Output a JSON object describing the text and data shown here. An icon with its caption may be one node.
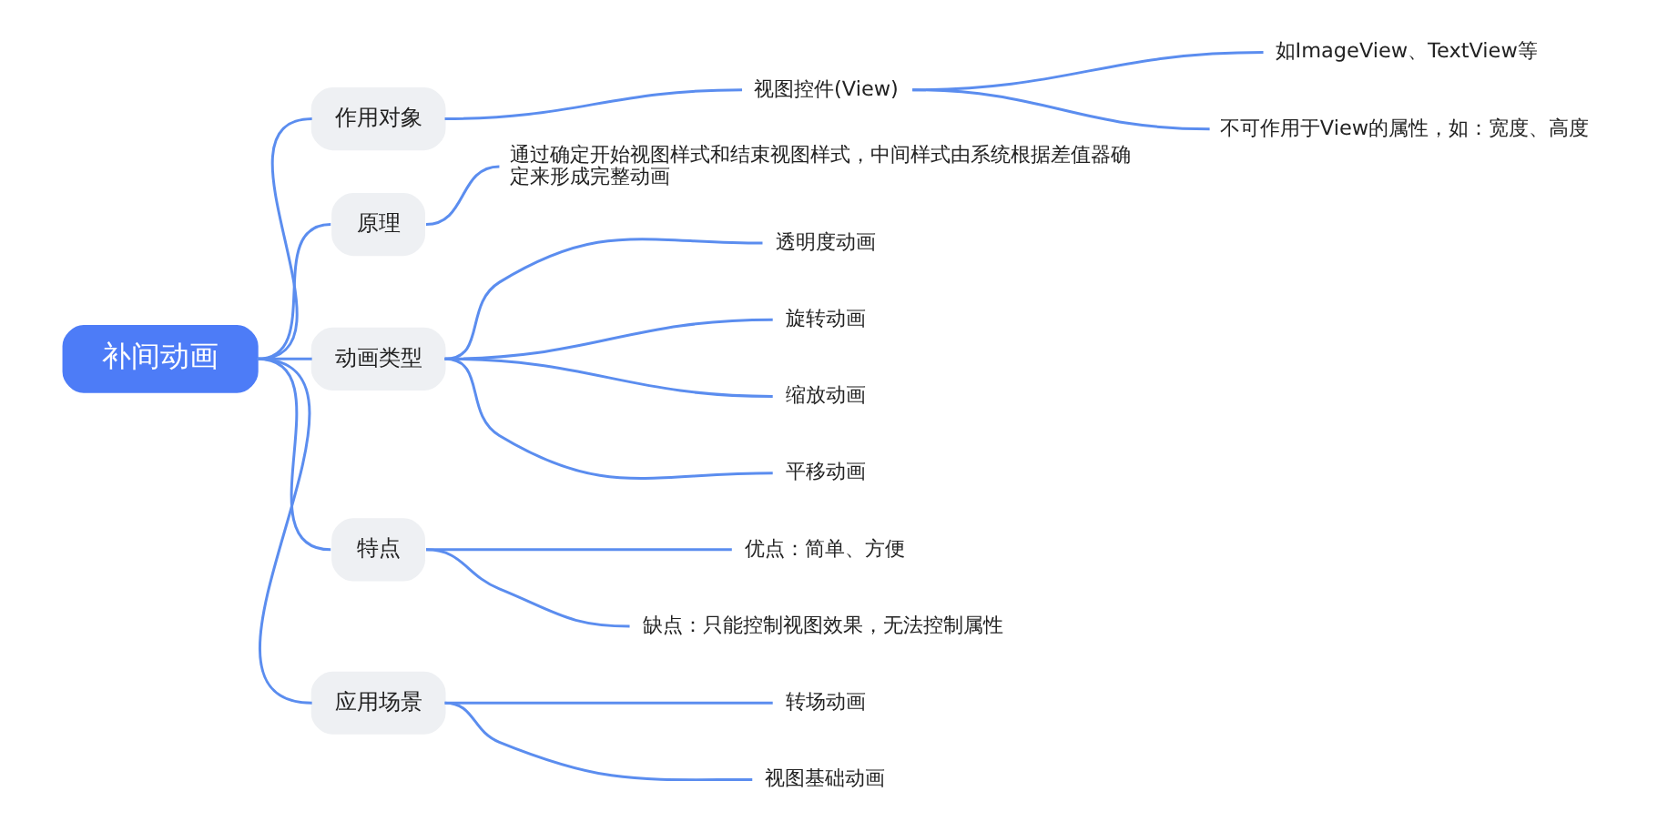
{
  "diagram": {
    "nodes": [
      {
        "text": [
          "补间动画"
        ]
      },
      {
        "text": [
          "作用对象"
        ]
      },
      {
        "text": [
          "视图控件(View)"
        ]
      },
      {
        "text": [
          "如ImageView、TextView等"
        ]
      },
      {
        "text": [
          "不可作用于View的属性，如：宽度、高度"
        ]
      },
      {
        "text": [
          "原理"
        ]
      },
      {
        "text": [
          "通过确定开始视图样式和结束视图样式，中间样式由系统根据差值器确定来形成完整动画"
        ]
      },
      {
        "text": [
          "动画类型"
        ]
      },
      {
        "text": [
          "透明度动画"
        ]
      },
      {
        "text": [
          "旋转动画"
        ]
      },
      {
        "text": [
          "缩放动画"
        ]
      },
      {
        "text": [
          "平移动画"
        ]
      },
      {
        "text": [
          "特点"
        ]
      },
      {
        "text": [
          "优点：简单、方便"
        ]
      },
      {
        "text": [
          "缺点：只能控制视图效果，无法控制属性"
        ]
      },
      {
        "text": [
          "应用场景"
        ]
      },
      {
        "text": [
          "转场动画"
        ]
      },
      {
        "text": [
          "视图基础动画"
        ]
      }
    ],
    "edges": [
      {
        "from": 0,
        "to": 1,
        "arrow": "none"
      },
      {
        "from": 1,
        "to": 2,
        "arrow": "none"
      },
      {
        "from": 2,
        "to": 3,
        "arrow": "none"
      },
      {
        "from": 2,
        "to": 4,
        "arrow": "none"
      },
      {
        "from": 0,
        "to": 5,
        "arrow": "none"
      },
      {
        "from": 5,
        "to": 6,
        "arrow": "none"
      },
      {
        "from": 0,
        "to": 7,
        "arrow": "none"
      },
      {
        "from": 7,
        "to": 8,
        "arrow": "none"
      },
      {
        "from": 7,
        "to": 9,
        "arrow": "none"
      },
      {
        "from": 7,
        "to": 10,
        "arrow": "none"
      },
      {
        "from": 7,
        "to": 11,
        "arrow": "none"
      },
      {
        "from": 0,
        "to": 12,
        "arrow": "none"
      },
      {
        "from": 12,
        "to": 13,
        "arrow": "none"
      },
      {
        "from": 12,
        "to": 14,
        "arrow": "none"
      },
      {
        "from": 0,
        "to": 15,
        "arrow": "none"
      },
      {
        "from": 15,
        "to": 16,
        "arrow": "none"
      },
      {
        "from": 15,
        "to": 17,
        "arrow": "none"
      }
    ]
  }
}
